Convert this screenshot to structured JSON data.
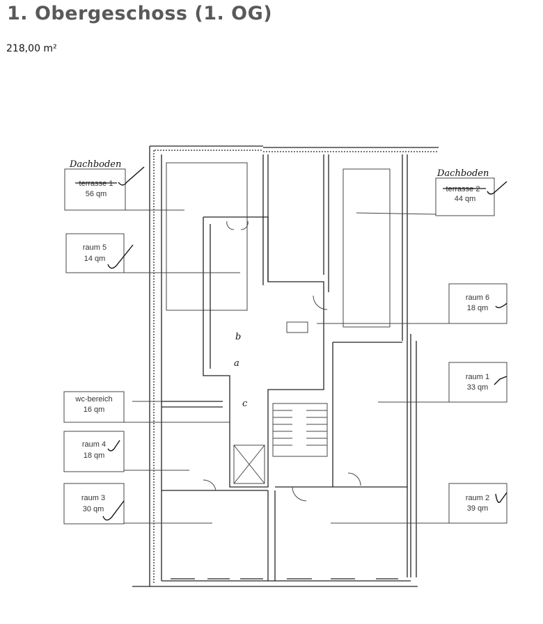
{
  "page": {
    "title": "1. Obergeschoss (1. OG)",
    "area": "218,00 m²"
  },
  "floorplan": {
    "handwritten_note": "Dachboden",
    "room_letters": [
      "a",
      "b",
      "c"
    ],
    "labels": [
      {
        "id": "terrasse1",
        "name": "terrasse 1",
        "size": "56 qm",
        "struck": true,
        "annotation": "Dachboden"
      },
      {
        "id": "raum5",
        "name": "raum 5",
        "size": "14 qm"
      },
      {
        "id": "wc",
        "name": "wc-bereich",
        "size": "16 qm"
      },
      {
        "id": "raum4",
        "name": "raum 4",
        "size": "18 qm"
      },
      {
        "id": "raum3",
        "name": "raum 3",
        "size": "30 qm"
      },
      {
        "id": "terrasse2",
        "name": "terrasse 2",
        "size": "44 qm",
        "struck": true,
        "annotation": "Dachboden"
      },
      {
        "id": "raum6",
        "name": "raum 6",
        "size": "18 qm"
      },
      {
        "id": "raum1",
        "name": "raum 1",
        "size": "33 qm"
      },
      {
        "id": "raum2",
        "name": "raum 2",
        "size": "39 qm"
      }
    ]
  }
}
